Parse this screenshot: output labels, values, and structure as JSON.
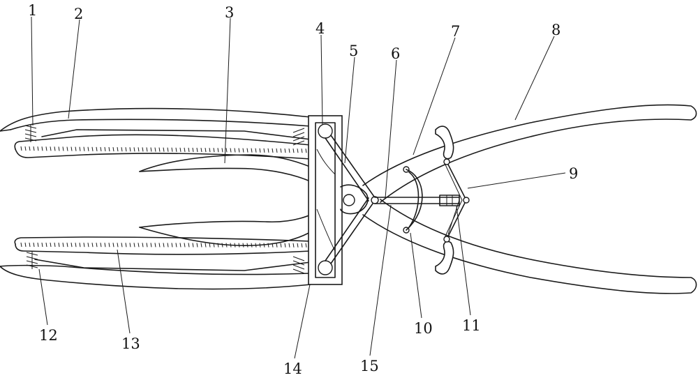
{
  "labels": [
    "1",
    "2",
    "3",
    "4",
    "5",
    "6",
    "7",
    "8",
    "9",
    "10",
    "11",
    "12",
    "13",
    "14",
    "15"
  ],
  "colors": {
    "line": "#1a1a1a",
    "background": "#ffffff"
  }
}
